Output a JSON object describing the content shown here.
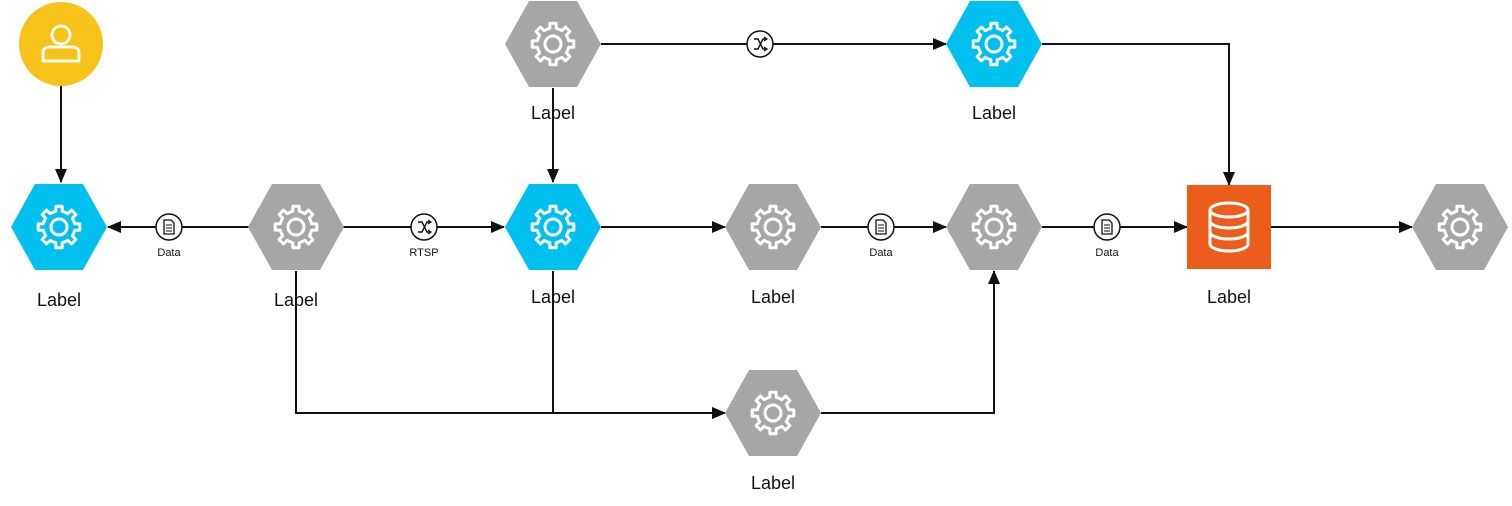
{
  "colors": {
    "gray": "#a6a6a6",
    "cyan": "#00c0f0",
    "yellow": "#f7c21a",
    "orange": "#ec5d1c",
    "line": "#111111",
    "icon": "#ffffff"
  },
  "nodes": [
    {
      "id": "user",
      "shape": "circle",
      "color": "yellow",
      "icon": "user-icon",
      "label": ""
    },
    {
      "id": "n1",
      "shape": "hexagon",
      "color": "cyan",
      "icon": "gear-icon",
      "label": "Label"
    },
    {
      "id": "n2",
      "shape": "hexagon",
      "color": "gray",
      "icon": "gear-icon",
      "label": "Label"
    },
    {
      "id": "n3",
      "shape": "hexagon",
      "color": "gray",
      "icon": "gear-icon",
      "label": "Label"
    },
    {
      "id": "n4",
      "shape": "hexagon",
      "color": "cyan",
      "icon": "gear-icon",
      "label": "Label"
    },
    {
      "id": "n5",
      "shape": "hexagon",
      "color": "cyan",
      "icon": "gear-icon",
      "label": "Label"
    },
    {
      "id": "n6",
      "shape": "hexagon",
      "color": "gray",
      "icon": "gear-icon",
      "label": "Label"
    },
    {
      "id": "n7",
      "shape": "hexagon",
      "color": "gray",
      "icon": "gear-icon",
      "label": ""
    },
    {
      "id": "db",
      "shape": "square",
      "color": "orange",
      "icon": "database-icon",
      "label": "Label"
    },
    {
      "id": "n8",
      "shape": "hexagon",
      "color": "gray",
      "icon": "gear-icon",
      "label": ""
    },
    {
      "id": "n9",
      "shape": "hexagon",
      "color": "gray",
      "icon": "gear-icon",
      "label": "Label"
    }
  ],
  "edges": [
    {
      "id": "e1",
      "from": "user",
      "to": "n1"
    },
    {
      "id": "e2",
      "from": "n2",
      "to": "n1",
      "badge": "document-icon",
      "label": "Data"
    },
    {
      "id": "e3",
      "from": "n2",
      "to": "n5",
      "badge": "shuffle-icon",
      "label": "RTSP"
    },
    {
      "id": "e4",
      "from": "n3",
      "to": "n4",
      "badge": "shuffle-icon",
      "label": ""
    },
    {
      "id": "e5",
      "from": "n3",
      "to": "n5"
    },
    {
      "id": "e6",
      "from": "n5",
      "to": "n6"
    },
    {
      "id": "e7",
      "from": "n6",
      "to": "n7",
      "badge": "document-icon",
      "label": "Data"
    },
    {
      "id": "e8",
      "from": "n7",
      "to": "db",
      "badge": "document-icon",
      "label": "Data"
    },
    {
      "id": "e9",
      "from": "n4",
      "to": "db"
    },
    {
      "id": "e10",
      "from": "db",
      "to": "n8"
    },
    {
      "id": "e11",
      "from": "n2",
      "to": "n9"
    },
    {
      "id": "e12",
      "from": "n5",
      "to": "n9"
    },
    {
      "id": "e13",
      "from": "n9",
      "to": "n7"
    }
  ]
}
